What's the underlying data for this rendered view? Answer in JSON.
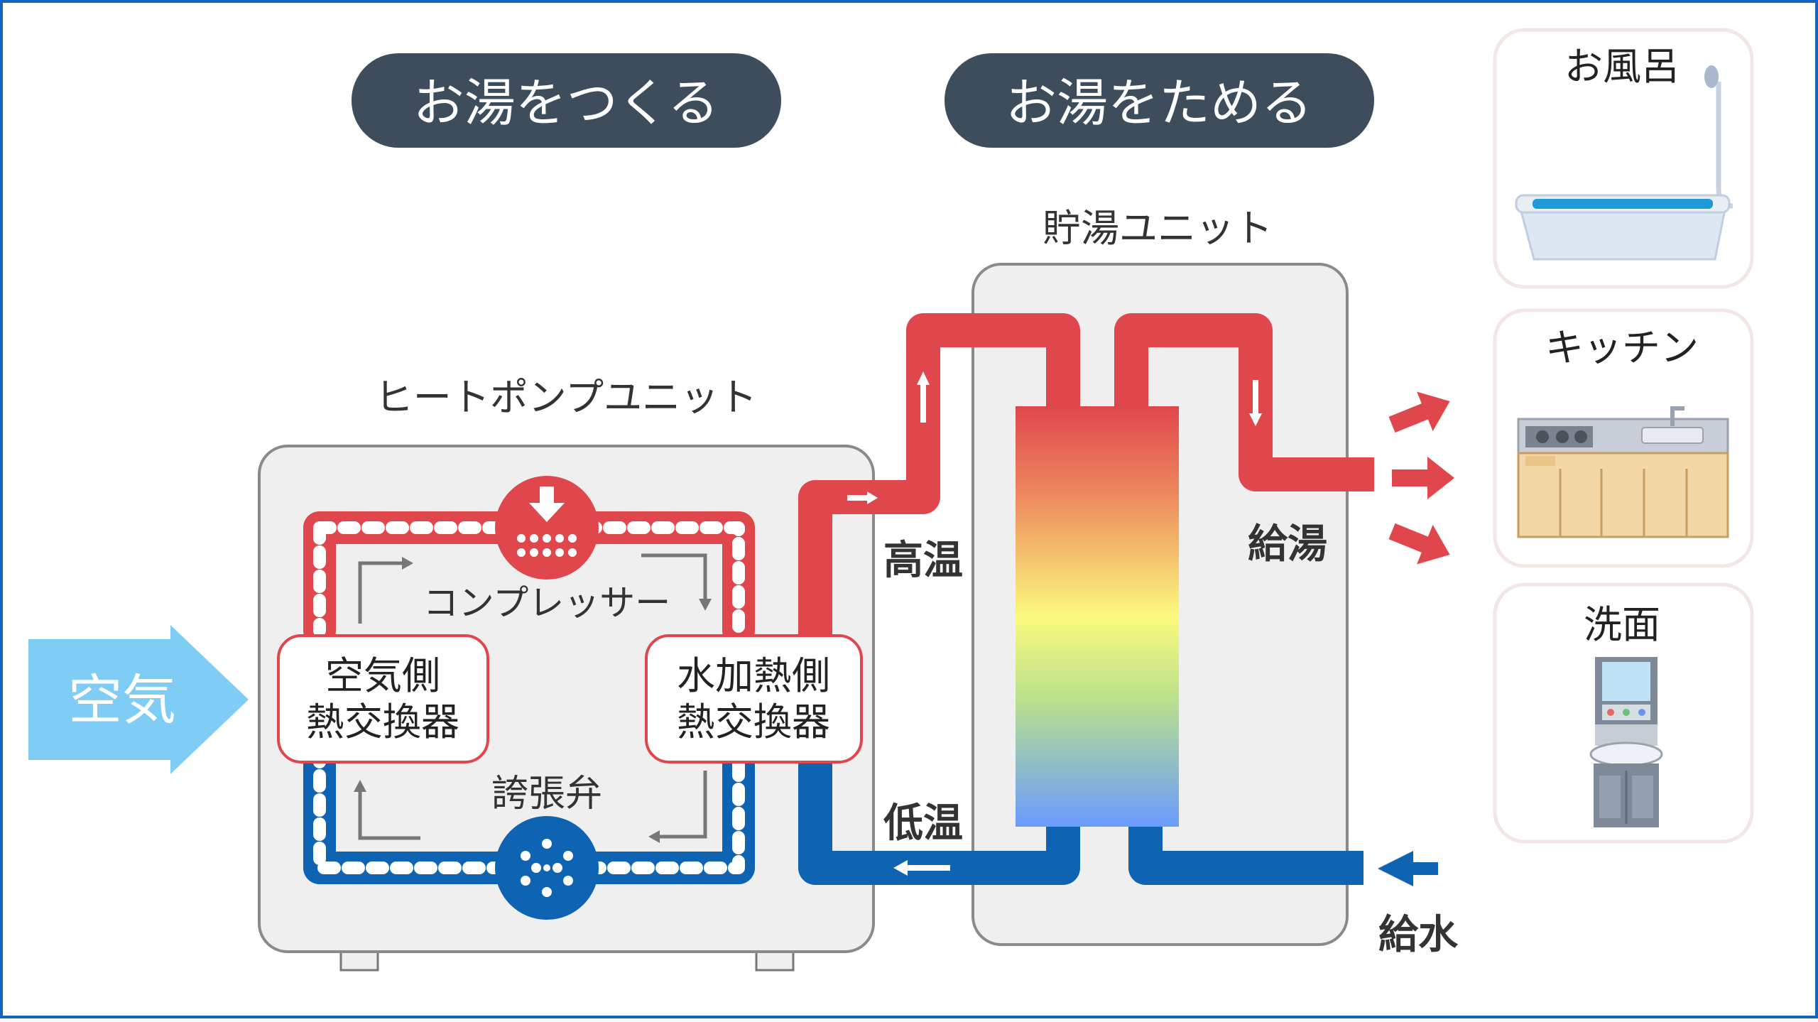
{
  "headers": {
    "make": "お湯をつくる",
    "store": "お湯をためる"
  },
  "heat_pump": {
    "title": "ヒートポンプユニット",
    "compressor": "コンプレッサー",
    "air_exchanger": [
      "空気側",
      "熱交換器"
    ],
    "water_exchanger": [
      "水加熱側",
      "熱交換器"
    ],
    "expansion_valve": "誇張弁"
  },
  "storage": {
    "title": "貯湯ユニット"
  },
  "flow_labels": {
    "air": "空気",
    "high_temp": "高温",
    "low_temp": "低温",
    "supply": "給湯",
    "water_in": "給水"
  },
  "destinations": [
    {
      "label": "お風呂"
    },
    {
      "label": "キッチン"
    },
    {
      "label": "洗面"
    }
  ],
  "colors": {
    "hot": "#e0474c",
    "cold": "#0e63b3",
    "air": "#7fccf5",
    "header_bg": "#3d4d5c",
    "unit_bg": "#efefef",
    "frame": "#1565c0"
  }
}
